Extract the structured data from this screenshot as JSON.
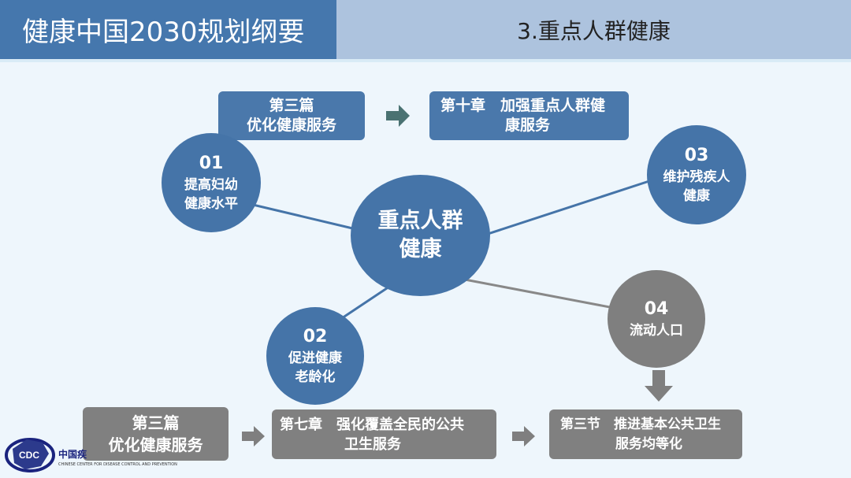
{
  "header": {
    "title": "健康中国2030规划纲要",
    "section": "3.重点人群健康"
  },
  "top_row": {
    "box1": [
      "第三篇",
      "优化健康服务"
    ],
    "box2": [
      "第十章　加强重点人群健",
      "康服务"
    ]
  },
  "center": [
    "重点人群",
    "健康"
  ],
  "nodes": [
    {
      "num": "01",
      "lines": [
        "提高妇幼",
        "健康水平"
      ]
    },
    {
      "num": "02",
      "lines": [
        "促进健康",
        "老龄化"
      ]
    },
    {
      "num": "03",
      "lines": [
        "维护残疾人",
        "健康"
      ]
    },
    {
      "num": "04",
      "lines": [
        "流动人口"
      ]
    }
  ],
  "bottom_row": {
    "box1": [
      "第三篇",
      "优化健康服务"
    ],
    "box2": [
      "第七章　强化覆盖全民的公共",
      "卫生服务"
    ],
    "box3": [
      "第三节　推进基本公共卫生",
      "服务均等化"
    ]
  },
  "logo": {
    "mark": "CDC",
    "cn": "中国疾",
    "en": "CHINESE CENTER FOR DISEASE CONTROL AND PREVENTION"
  },
  "colors": {
    "primary": "#4574a8",
    "header_dark": "#4577ad",
    "header_light": "#adc3de",
    "gray": "#808080"
  }
}
